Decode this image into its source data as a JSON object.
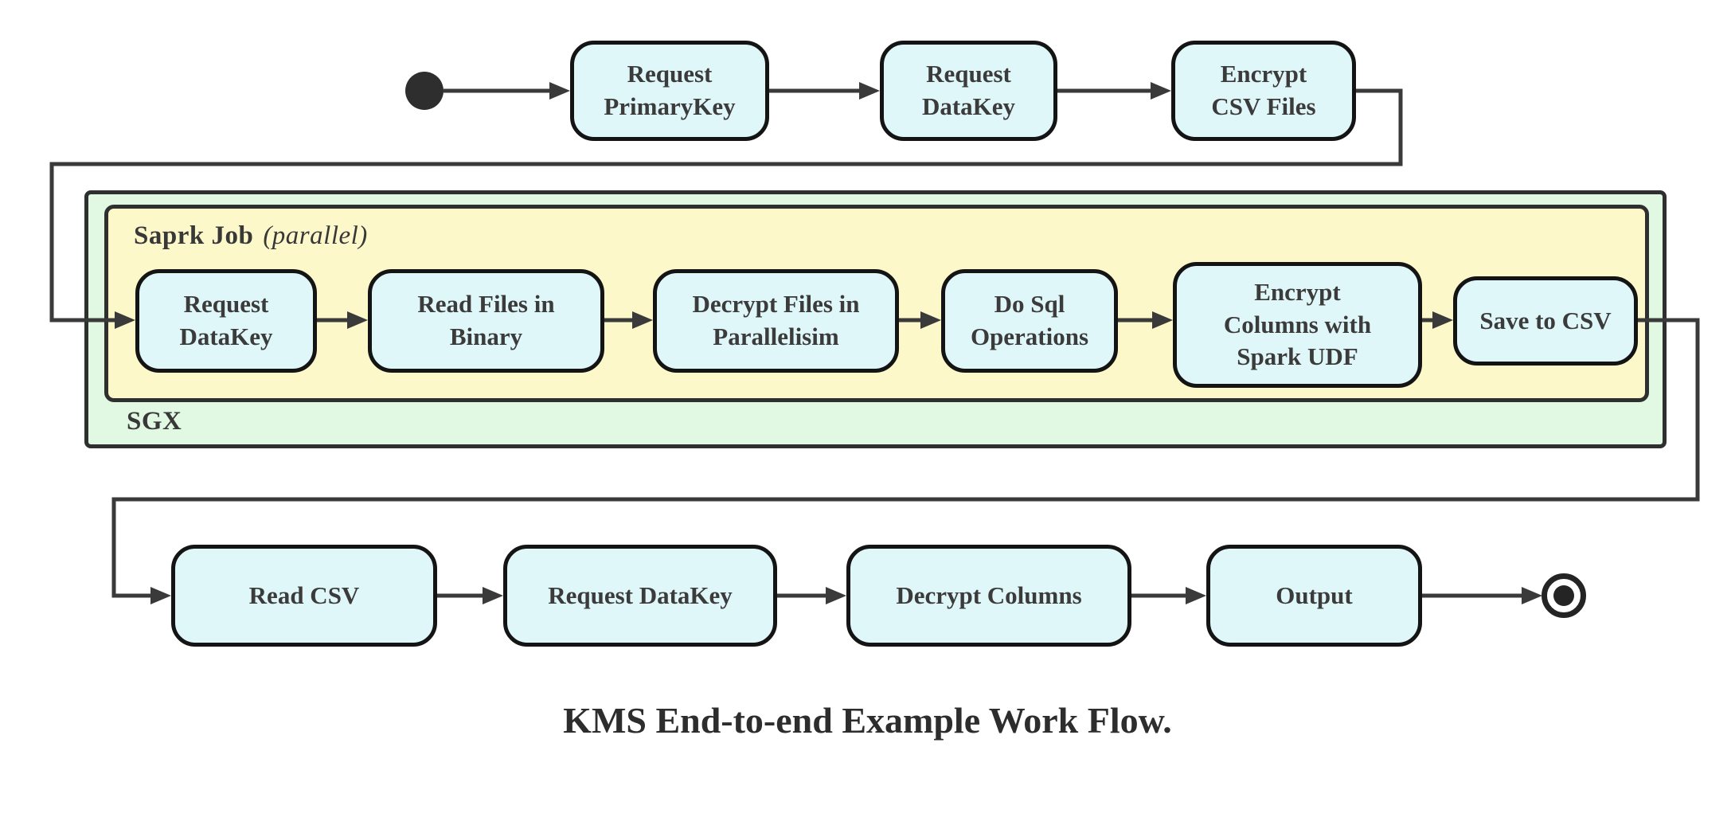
{
  "caption": "KMS End-to-end Example Work Flow.",
  "colors": {
    "node_fill": "#e0f7fa",
    "node_border": "#141414",
    "spark_group_fill": "#fcf8c9",
    "sgx_group_fill": "#e1f8e2",
    "group_border": "#2f2f2f",
    "wire": "#3a3a3a",
    "text": "#3b3b3b",
    "background": "#ffffff"
  },
  "groups": {
    "sgx": {
      "label": "SGX"
    },
    "spark_job": {
      "title": "Saprk Job",
      "qualifier": "(parallel)"
    }
  },
  "rows": {
    "top": [
      {
        "label": "Request\nPrimaryKey"
      },
      {
        "label": "Request\nDataKey"
      },
      {
        "label": "Encrypt\nCSV Files"
      }
    ],
    "spark": [
      {
        "label": "Request\nDataKey"
      },
      {
        "label": "Read Files in\nBinary"
      },
      {
        "label": "Decrypt Files in\nParallelisim"
      },
      {
        "label": "Do Sql\nOperations"
      },
      {
        "label": "Encrypt\nColumns with\nSpark UDF"
      },
      {
        "label": "Save to CSV"
      }
    ],
    "bottom": [
      {
        "label": "Read CSV"
      },
      {
        "label": "Request DataKey"
      },
      {
        "label": "Decrypt Columns"
      },
      {
        "label": "Output"
      }
    ]
  }
}
